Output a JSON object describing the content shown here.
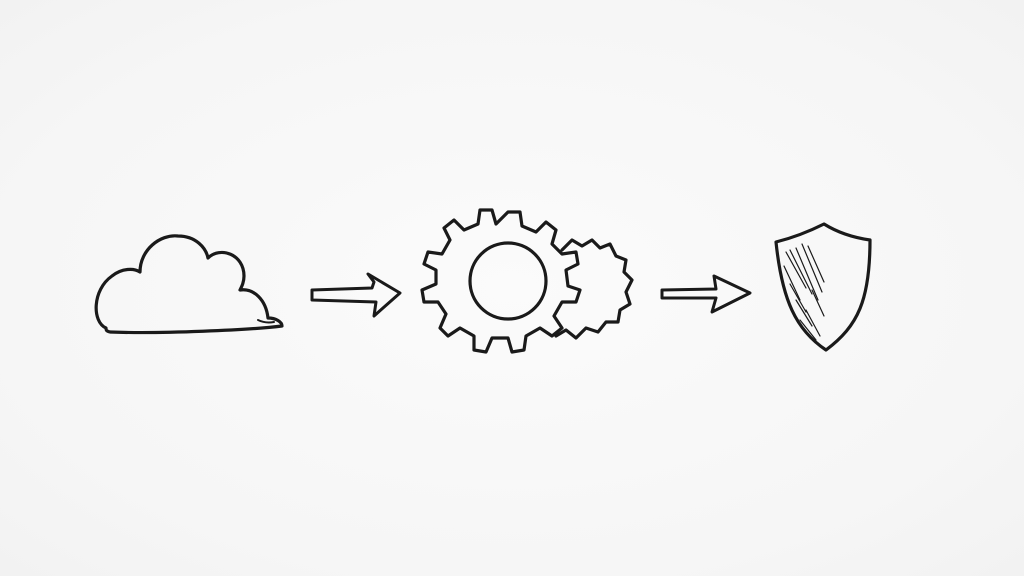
{
  "diagram": {
    "ink_color": "#1a1a1a",
    "background_color": "#f8f8f8",
    "nodes": [
      {
        "id": "cloud",
        "icon": "cloud-icon"
      },
      {
        "id": "gears",
        "icon": "gears-icon"
      },
      {
        "id": "shield",
        "icon": "shield-icon"
      }
    ],
    "edges": [
      {
        "from": "cloud",
        "to": "gears",
        "icon": "arrow-right-icon"
      },
      {
        "from": "gears",
        "to": "shield",
        "icon": "arrow-right-icon"
      }
    ]
  }
}
